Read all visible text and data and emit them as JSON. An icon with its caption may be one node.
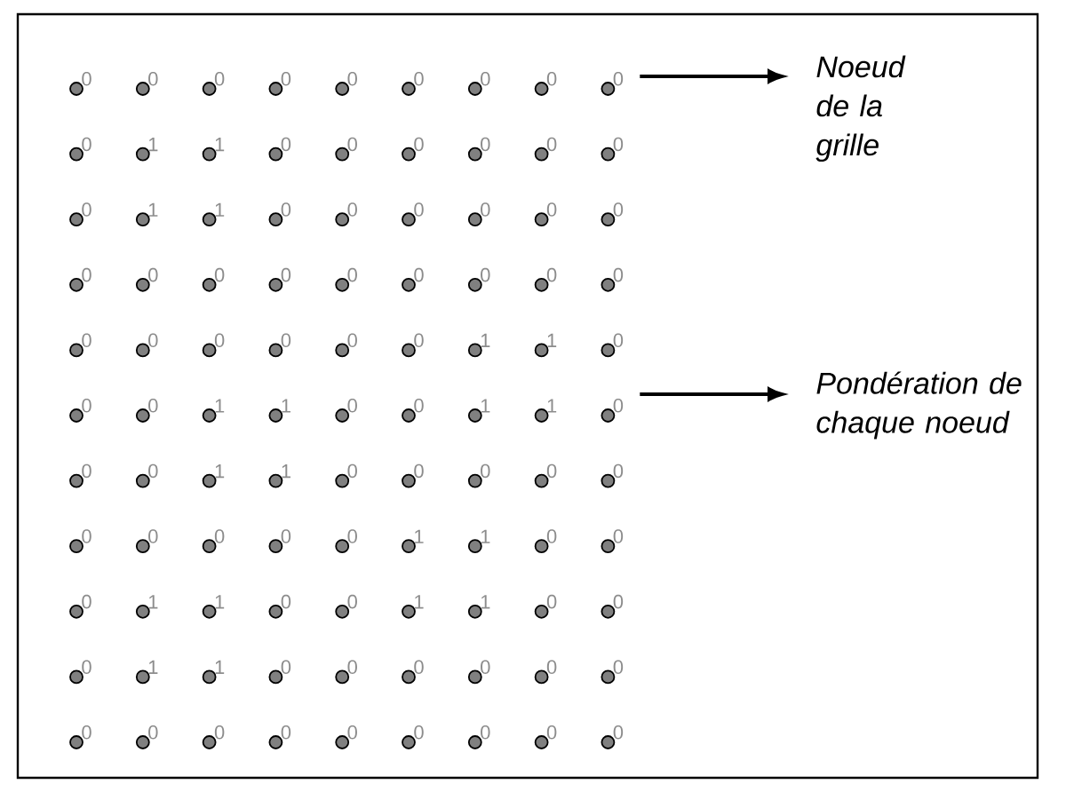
{
  "diagram": {
    "nodes": [
      {
        "text": [],
        "shape": "circle",
        "beside": [
          "0"
        ]
      },
      {
        "text": [],
        "shape": "circle",
        "beside": [
          "0"
        ]
      },
      {
        "text": [],
        "shape": "circle",
        "beside": [
          "0"
        ]
      },
      {
        "text": [],
        "shape": "circle",
        "beside": [
          "0"
        ]
      },
      {
        "text": [],
        "shape": "circle",
        "beside": [
          "0"
        ]
      },
      {
        "text": [],
        "shape": "circle",
        "beside": [
          "0"
        ]
      },
      {
        "text": [],
        "shape": "circle",
        "beside": [
          "0"
        ]
      },
      {
        "text": [],
        "shape": "circle",
        "beside": [
          "0"
        ]
      },
      {
        "text": [],
        "shape": "circle",
        "beside": [
          "0"
        ]
      },
      {
        "text": [],
        "shape": "circle",
        "beside": [
          "0"
        ]
      },
      {
        "text": [],
        "shape": "circle",
        "beside": [
          "1"
        ]
      },
      {
        "text": [],
        "shape": "circle",
        "beside": [
          "1"
        ]
      },
      {
        "text": [],
        "shape": "circle",
        "beside": [
          "0"
        ]
      },
      {
        "text": [],
        "shape": "circle",
        "beside": [
          "0"
        ]
      },
      {
        "text": [],
        "shape": "circle",
        "beside": [
          "0"
        ]
      },
      {
        "text": [],
        "shape": "circle",
        "beside": [
          "0"
        ]
      },
      {
        "text": [],
        "shape": "circle",
        "beside": [
          "0"
        ]
      },
      {
        "text": [],
        "shape": "circle",
        "beside": [
          "0"
        ]
      },
      {
        "text": [],
        "shape": "circle",
        "beside": [
          "0"
        ]
      },
      {
        "text": [],
        "shape": "circle",
        "beside": [
          "1"
        ]
      },
      {
        "text": [],
        "shape": "circle",
        "beside": [
          "1"
        ]
      },
      {
        "text": [],
        "shape": "circle",
        "beside": [
          "0"
        ]
      },
      {
        "text": [],
        "shape": "circle",
        "beside": [
          "0"
        ]
      },
      {
        "text": [],
        "shape": "circle",
        "beside": [
          "0"
        ]
      },
      {
        "text": [],
        "shape": "circle",
        "beside": [
          "0"
        ]
      },
      {
        "text": [],
        "shape": "circle",
        "beside": [
          "0"
        ]
      },
      {
        "text": [],
        "shape": "circle",
        "beside": [
          "0"
        ]
      },
      {
        "text": [],
        "shape": "circle",
        "beside": [
          "0"
        ]
      },
      {
        "text": [],
        "shape": "circle",
        "beside": [
          "0"
        ]
      },
      {
        "text": [],
        "shape": "circle",
        "beside": [
          "0"
        ]
      },
      {
        "text": [],
        "shape": "circle",
        "beside": [
          "0"
        ]
      },
      {
        "text": [],
        "shape": "circle",
        "beside": [
          "0"
        ]
      },
      {
        "text": [],
        "shape": "circle",
        "beside": [
          "0"
        ]
      },
      {
        "text": [],
        "shape": "circle",
        "beside": [
          "0"
        ]
      },
      {
        "text": [],
        "shape": "circle",
        "beside": [
          "0"
        ]
      },
      {
        "text": [],
        "shape": "circle",
        "beside": [
          "0"
        ]
      },
      {
        "text": [],
        "shape": "circle",
        "beside": [
          "0"
        ]
      },
      {
        "text": [],
        "shape": "circle",
        "beside": [
          "0"
        ]
      },
      {
        "text": [],
        "shape": "circle",
        "beside": [
          "0"
        ]
      },
      {
        "text": [],
        "shape": "circle",
        "beside": [
          "0"
        ]
      },
      {
        "text": [],
        "shape": "circle",
        "beside": [
          "0"
        ]
      },
      {
        "text": [],
        "shape": "circle",
        "beside": [
          "0"
        ]
      },
      {
        "text": [],
        "shape": "circle",
        "beside": [
          "1"
        ]
      },
      {
        "text": [],
        "shape": "circle",
        "beside": [
          "1"
        ]
      },
      {
        "text": [],
        "shape": "circle",
        "beside": [
          "0"
        ]
      },
      {
        "text": [],
        "shape": "circle",
        "beside": [
          "0"
        ]
      },
      {
        "text": [],
        "shape": "circle",
        "beside": [
          "0"
        ]
      },
      {
        "text": [],
        "shape": "circle",
        "beside": [
          "1"
        ]
      },
      {
        "text": [],
        "shape": "circle",
        "beside": [
          "1"
        ]
      },
      {
        "text": [],
        "shape": "circle",
        "beside": [
          "0"
        ]
      },
      {
        "text": [],
        "shape": "circle",
        "beside": [
          "0"
        ]
      },
      {
        "text": [],
        "shape": "circle",
        "beside": [
          "1"
        ]
      },
      {
        "text": [],
        "shape": "circle",
        "beside": [
          "1"
        ]
      },
      {
        "text": [],
        "shape": "circle",
        "beside": [
          "0"
        ]
      },
      {
        "text": [],
        "shape": "circle",
        "beside": [
          "0"
        ]
      },
      {
        "text": [],
        "shape": "circle",
        "beside": [
          "0"
        ]
      },
      {
        "text": [],
        "shape": "circle",
        "beside": [
          "1"
        ]
      },
      {
        "text": [],
        "shape": "circle",
        "beside": [
          "1"
        ]
      },
      {
        "text": [],
        "shape": "circle",
        "beside": [
          "0"
        ]
      },
      {
        "text": [],
        "shape": "circle",
        "beside": [
          "0"
        ]
      },
      {
        "text": [],
        "shape": "circle",
        "beside": [
          "0"
        ]
      },
      {
        "text": [],
        "shape": "circle",
        "beside": [
          "0"
        ]
      },
      {
        "text": [],
        "shape": "circle",
        "beside": [
          "0"
        ]
      },
      {
        "text": [],
        "shape": "circle",
        "beside": [
          "0"
        ]
      },
      {
        "text": [],
        "shape": "circle",
        "beside": [
          "0"
        ]
      },
      {
        "text": [],
        "shape": "circle",
        "beside": [
          "0"
        ]
      },
      {
        "text": [],
        "shape": "circle",
        "beside": [
          "0"
        ]
      },
      {
        "text": [],
        "shape": "circle",
        "beside": [
          "0"
        ]
      },
      {
        "text": [],
        "shape": "circle",
        "beside": [
          "1"
        ]
      },
      {
        "text": [],
        "shape": "circle",
        "beside": [
          "1"
        ]
      },
      {
        "text": [],
        "shape": "circle",
        "beside": [
          "0"
        ]
      },
      {
        "text": [],
        "shape": "circle",
        "beside": [
          "0"
        ]
      },
      {
        "text": [],
        "shape": "circle",
        "beside": [
          "0"
        ]
      },
      {
        "text": [],
        "shape": "circle",
        "beside": [
          "1"
        ]
      },
      {
        "text": [],
        "shape": "circle",
        "beside": [
          "1"
        ]
      },
      {
        "text": [],
        "shape": "circle",
        "beside": [
          "0"
        ]
      },
      {
        "text": [],
        "shape": "circle",
        "beside": [
          "0"
        ]
      },
      {
        "text": [],
        "shape": "circle",
        "beside": [
          "1"
        ]
      },
      {
        "text": [],
        "shape": "circle",
        "beside": [
          "1"
        ]
      },
      {
        "text": [],
        "shape": "circle",
        "beside": [
          "0"
        ]
      },
      {
        "text": [],
        "shape": "circle",
        "beside": [
          "0"
        ]
      },
      {
        "text": [],
        "shape": "circle",
        "beside": [
          "0"
        ]
      },
      {
        "text": [],
        "shape": "circle",
        "beside": [
          "1"
        ]
      },
      {
        "text": [],
        "shape": "circle",
        "beside": [
          "1"
        ]
      },
      {
        "text": [],
        "shape": "circle",
        "beside": [
          "0"
        ]
      },
      {
        "text": [],
        "shape": "circle",
        "beside": [
          "0"
        ]
      },
      {
        "text": [],
        "shape": "circle",
        "beside": [
          "0"
        ]
      },
      {
        "text": [],
        "shape": "circle",
        "beside": [
          "0"
        ]
      },
      {
        "text": [],
        "shape": "circle",
        "beside": [
          "0"
        ]
      },
      {
        "text": [],
        "shape": "circle",
        "beside": [
          "0"
        ]
      },
      {
        "text": [],
        "shape": "circle",
        "beside": [
          "0"
        ]
      },
      {
        "text": [],
        "shape": "circle",
        "beside": [
          "0"
        ]
      },
      {
        "text": [],
        "shape": "circle",
        "beside": [
          "0"
        ]
      },
      {
        "text": [],
        "shape": "circle",
        "beside": [
          "0"
        ]
      },
      {
        "text": [],
        "shape": "circle",
        "beside": [
          "0"
        ]
      },
      {
        "text": [],
        "shape": "circle",
        "beside": [
          "0"
        ]
      },
      {
        "text": [],
        "shape": "circle",
        "beside": [
          "0"
        ]
      },
      {
        "text": [],
        "shape": "circle",
        "beside": [
          "0"
        ]
      },
      {
        "text": [],
        "shape": "circle",
        "beside": [
          "0"
        ]
      },
      {
        "text": [
          "Noeud de la grille"
        ]
      },
      {
        "text": [
          "Pondération de chaque noeud"
        ]
      }
    ],
    "edges": [
      {
        "from": 8,
        "to": 99,
        "arrow": "to"
      },
      {
        "from": 53,
        "to": 100,
        "arrow": "to"
      }
    ]
  }
}
